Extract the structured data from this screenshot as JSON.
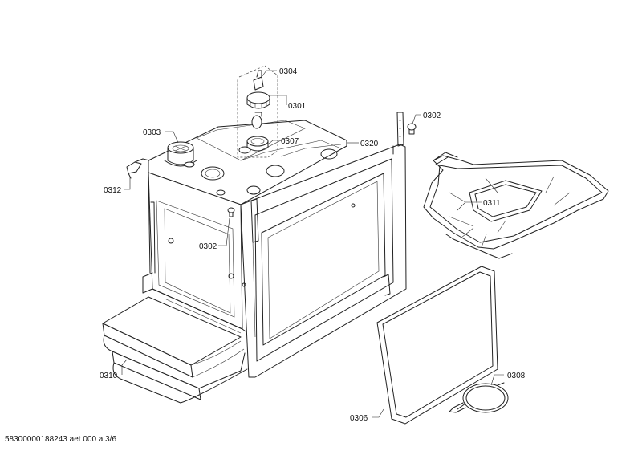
{
  "diagram": {
    "callouts": [
      {
        "id": "c0304",
        "text": "0304"
      },
      {
        "id": "c0301",
        "text": "0301"
      },
      {
        "id": "c0302a",
        "text": "0302"
      },
      {
        "id": "c0303",
        "text": "0303"
      },
      {
        "id": "c0307",
        "text": "0307"
      },
      {
        "id": "c0320",
        "text": "0320"
      },
      {
        "id": "c0312",
        "text": "0312"
      },
      {
        "id": "c0311",
        "text": "0311"
      },
      {
        "id": "c0302b",
        "text": "0302"
      },
      {
        "id": "c0310",
        "text": "0310"
      },
      {
        "id": "c0308",
        "text": "0308"
      },
      {
        "id": "c0306",
        "text": "0306"
      }
    ],
    "footer": "58300000188243 aet 000 a 3/6"
  }
}
